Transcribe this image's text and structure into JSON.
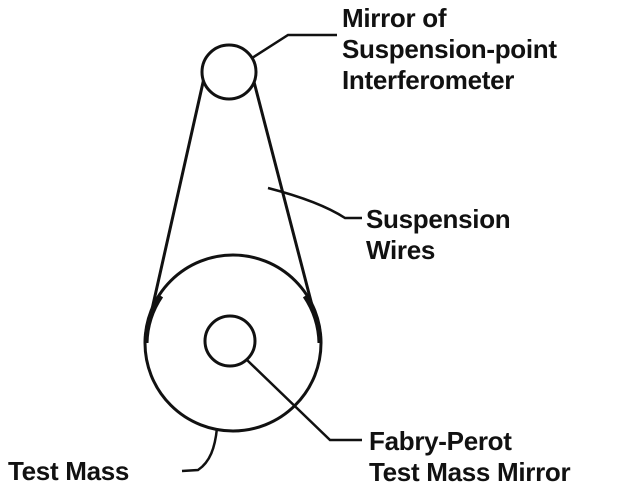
{
  "labels": {
    "suspension_mirror": {
      "line1": "Mirror of",
      "line2": "Suspension-point",
      "line3": "Interferometer"
    },
    "suspension_wires": {
      "line1": "Suspension",
      "line2": "Wires"
    },
    "fabry_perot_mirror": {
      "line1": "Fabry-Perot",
      "line2": "Test Mass Mirror"
    },
    "test_mass": {
      "line1": "Test Mass"
    }
  },
  "colors": {
    "stroke": "#111111",
    "background": "#ffffff"
  }
}
